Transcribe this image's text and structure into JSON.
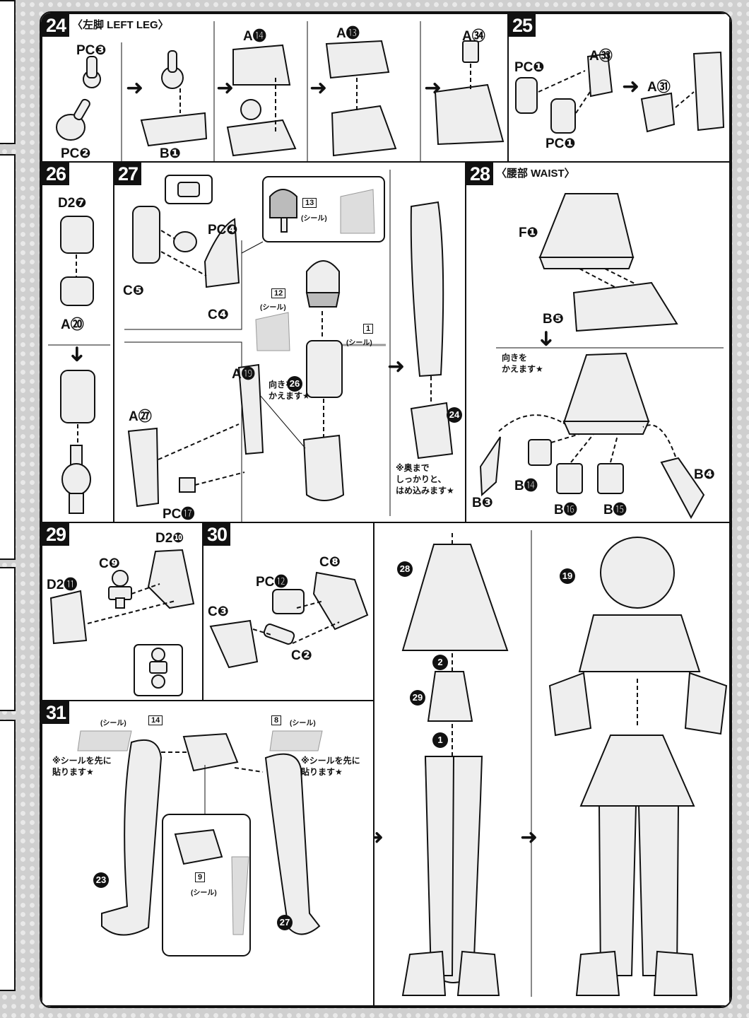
{
  "step24": {
    "num": "24",
    "title": "〈左脚 LEFT LEG〉",
    "labels": [
      "PC❸",
      "PC❷",
      "B❶",
      "A⓮",
      "A⓭",
      "A㉞"
    ]
  },
  "step25": {
    "num": "25",
    "labels": [
      "PC❶",
      "A㉝",
      "PC❶",
      "A㉛"
    ]
  },
  "step26": {
    "num": "26",
    "labels": [
      "D2❼",
      "A⑳"
    ]
  },
  "step27": {
    "num": "27",
    "labels": [
      "PC❹",
      "C❺",
      "C❹",
      "A⓳",
      "A㉗",
      "PC⓱"
    ],
    "note_turn": "向きを\nかえます★",
    "seal_13": "13",
    "seal_12": "12",
    "seal_1": "1",
    "seal_word": "(シール)",
    "ref_26": "26",
    "ref_24": "24",
    "note_fit": "※奥まで\nしっかりと、\nはめ込みます★"
  },
  "step28": {
    "num": "28",
    "title": "〈腰部 WAIST〉",
    "labels": [
      "F❶",
      "B❺",
      "B⓮",
      "B❸",
      "B⓰",
      "B⓯",
      "B❹"
    ],
    "note_turn": "向きを\nかえます★"
  },
  "step29": {
    "num": "29",
    "labels": [
      "D2❿",
      "C❾",
      "D2⓫"
    ]
  },
  "step30": {
    "num": "30",
    "labels": [
      "C❽",
      "PC⓬",
      "C❸",
      "C❷"
    ]
  },
  "step31": {
    "num": "31",
    "seal_14": "14",
    "seal_8": "8",
    "seal_9": "9",
    "seal_word": "(シール)",
    "note_left": "※シールを先に\n貼ります★",
    "note_right": "※シールを先に\n貼ります★",
    "ref_23": "23",
    "ref_27": "27"
  },
  "assembly": {
    "ref_28": "28",
    "ref_29": "29",
    "ref_19": "19",
    "order_2": "2",
    "order_1": "1"
  }
}
